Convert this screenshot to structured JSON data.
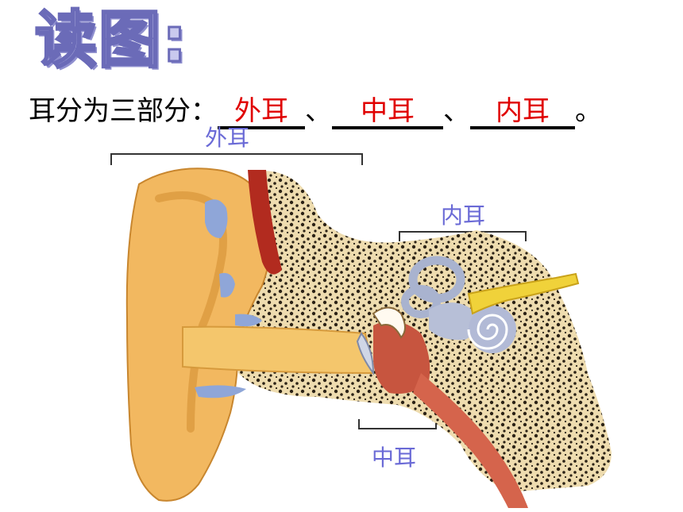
{
  "heading": "读图:",
  "question": {
    "prefix": "耳分为三部分：",
    "answers": [
      "外耳",
      "中耳",
      "内耳"
    ],
    "separator": "、",
    "end": "。"
  },
  "labels": {
    "outer_ear": "外耳",
    "inner_ear": "内耳",
    "middle_ear": "中耳"
  },
  "colors": {
    "answer": "#e00000",
    "label": "#6a6ad6",
    "skin": "#f2b860",
    "bone": "#e9d6a8",
    "canal": "#b03a2e",
    "inner_ear": "#a9b3cf"
  }
}
